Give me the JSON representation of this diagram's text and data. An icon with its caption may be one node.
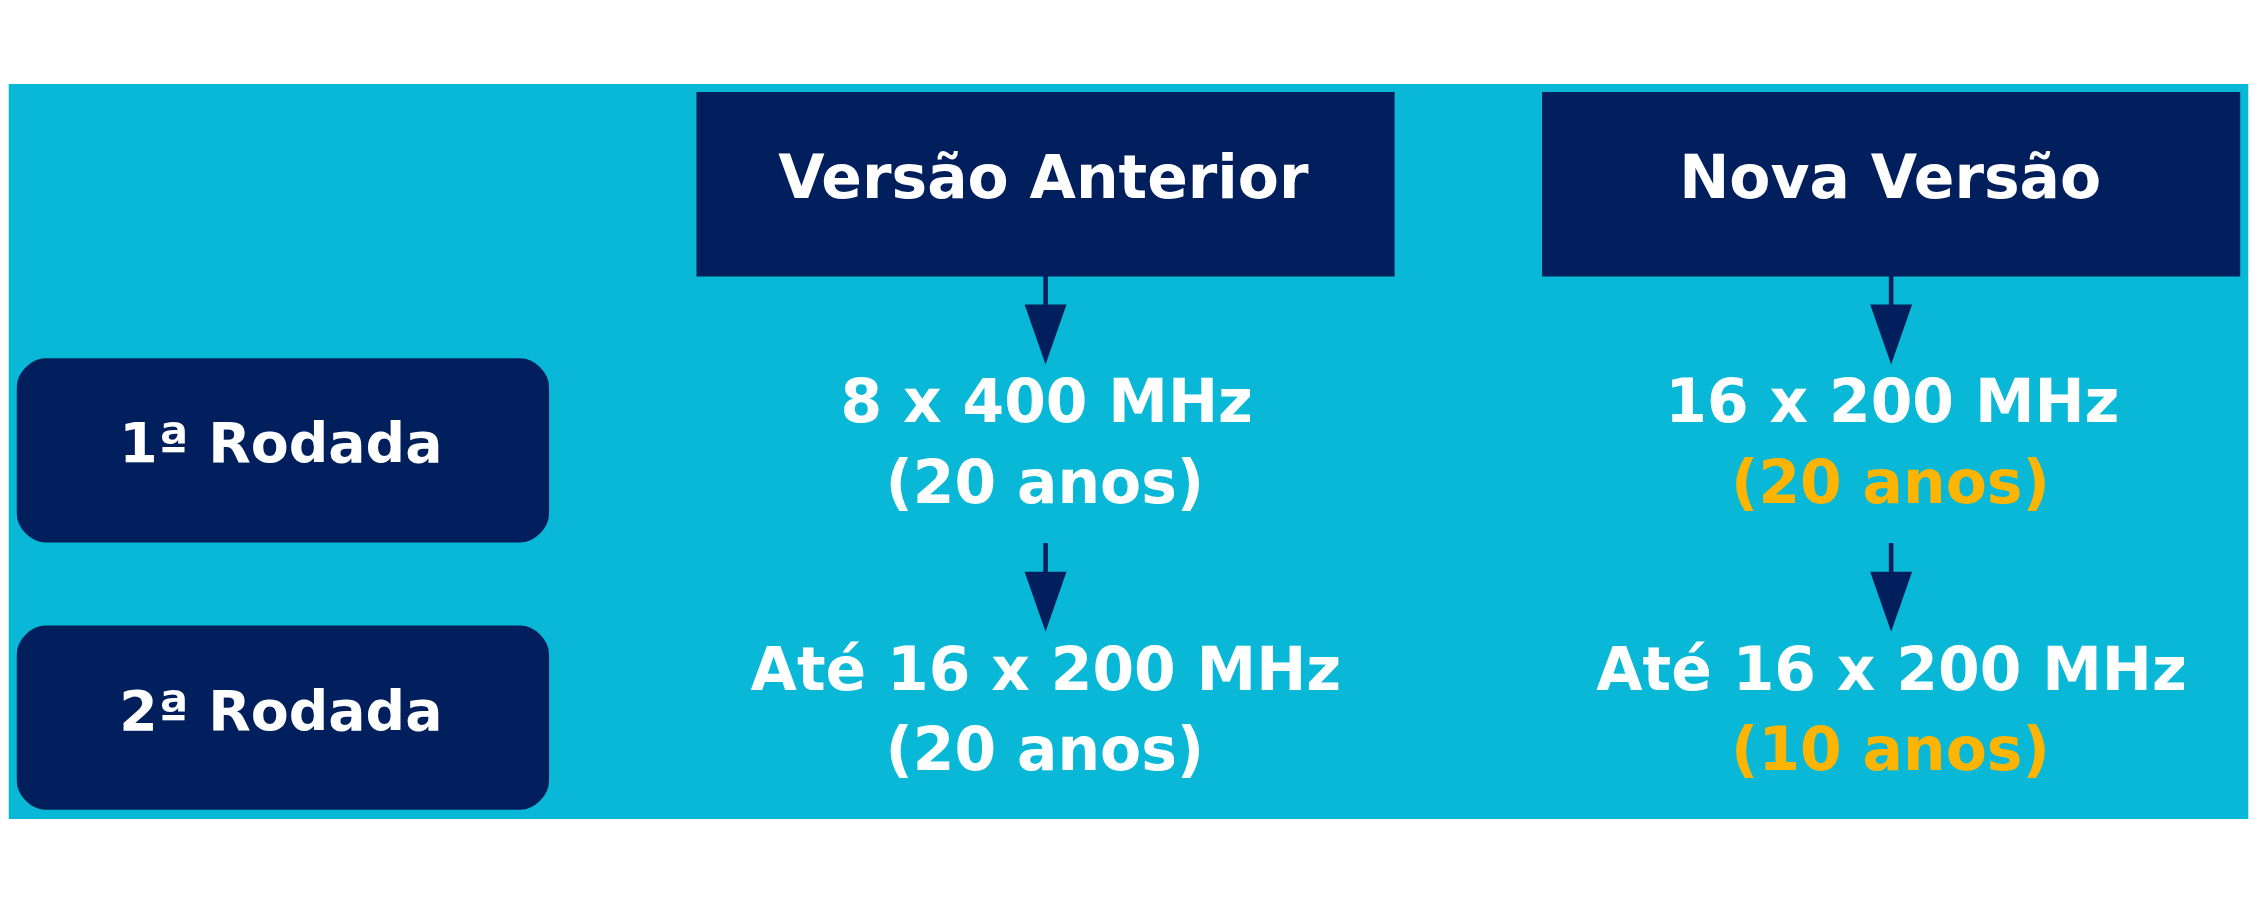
{
  "diagram": {
    "nodes": [
      {
        "text": [
          "Versão Anterior"
        ]
      },
      {
        "text": [
          "Nova Versão"
        ]
      },
      {
        "text": [
          "1ª Rodada"
        ]
      },
      {
        "text": [
          "8 x 400 MHz",
          "(20 anos)"
        ]
      },
      {
        "text": [
          "16 x 200 MHz",
          "(20 anos)"
        ]
      },
      {
        "text": [
          "2ª Rodada"
        ]
      },
      {
        "text": [
          "Até 16 x 200 MHz",
          "(20 anos)"
        ]
      },
      {
        "text": [
          "Até 16 x 200 MHz",
          "(10 anos)"
        ]
      }
    ],
    "edges": [
      {
        "from": 0,
        "to": 3,
        "arrow": "to"
      },
      {
        "from": 3,
        "to": 6,
        "arrow": "to"
      },
      {
        "from": 1,
        "to": 4,
        "arrow": "to"
      },
      {
        "from": 4,
        "to": 7,
        "arrow": "to"
      }
    ]
  }
}
